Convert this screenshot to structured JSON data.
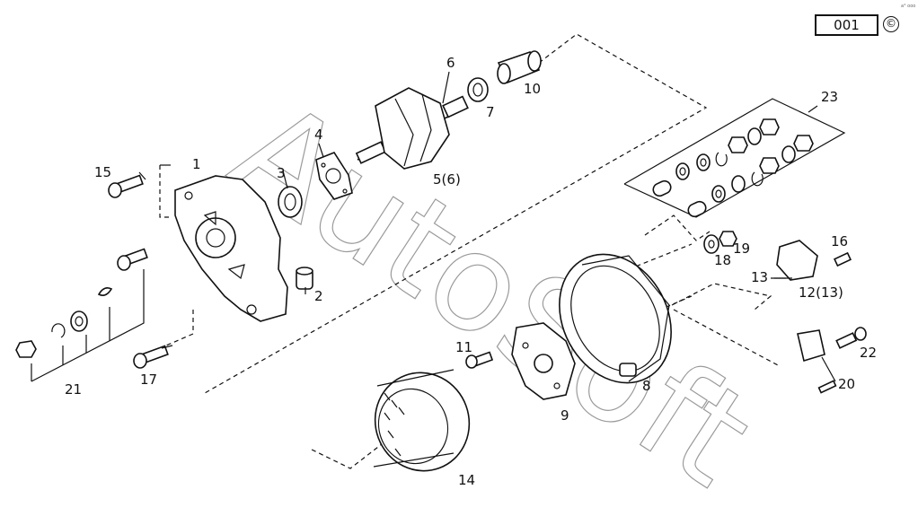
{
  "header": {
    "page_code": "001",
    "copyright_symbol": "©",
    "tiny_mark": "a° ooo"
  },
  "watermark": {
    "text": "AutoSoft"
  },
  "callouts": [
    {
      "id": "1",
      "text": "1"
    },
    {
      "id": "2",
      "text": "2"
    },
    {
      "id": "3",
      "text": "3"
    },
    {
      "id": "4",
      "text": "4"
    },
    {
      "id": "5",
      "text": "5(6)"
    },
    {
      "id": "6",
      "text": "6"
    },
    {
      "id": "7",
      "text": "7"
    },
    {
      "id": "8",
      "text": "8"
    },
    {
      "id": "9",
      "text": "9"
    },
    {
      "id": "10",
      "text": "10"
    },
    {
      "id": "11",
      "text": "11"
    },
    {
      "id": "12",
      "text": "12(13)"
    },
    {
      "id": "13",
      "text": "13"
    },
    {
      "id": "14",
      "text": "14"
    },
    {
      "id": "15",
      "text": "15"
    },
    {
      "id": "16",
      "text": "16"
    },
    {
      "id": "17",
      "text": "17"
    },
    {
      "id": "18",
      "text": "18"
    },
    {
      "id": "19",
      "text": "19"
    },
    {
      "id": "20",
      "text": "20"
    },
    {
      "id": "21",
      "text": "21"
    },
    {
      "id": "22",
      "text": "22"
    },
    {
      "id": "23",
      "text": "23"
    }
  ],
  "colors": {
    "ink": "#111111",
    "watermark": "#9a9a9a"
  }
}
